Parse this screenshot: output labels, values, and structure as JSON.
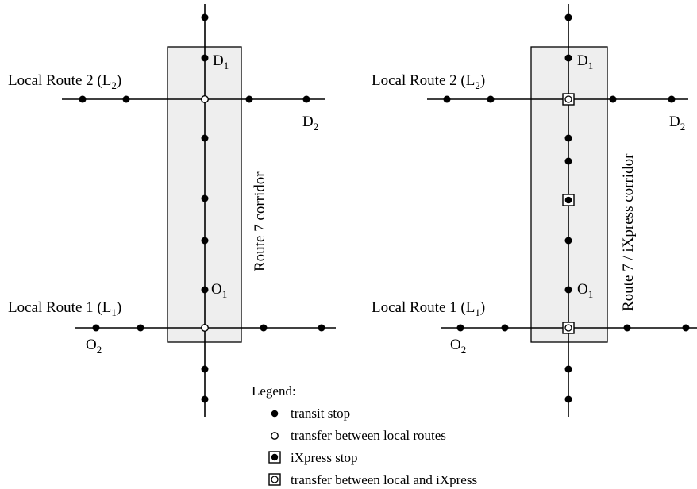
{
  "panels": [
    {
      "corridor_label": "Route 7 corridor",
      "route2_label": "Local Route 2 (L",
      "route2_sub": "2",
      "route1_label": "Local Route 1 (L",
      "route1_sub": "1",
      "paren": ")",
      "d1": "D",
      "d1_sub": "1",
      "d2": "D",
      "d2_sub": "2",
      "o1": "O",
      "o1_sub": "1",
      "o2": "O",
      "o2_sub": "2"
    },
    {
      "corridor_label": "Route 7 / iXpress corridor",
      "route2_label": "Local Route 2 (L",
      "route2_sub": "2",
      "route1_label": "Local Route 1 (L",
      "route1_sub": "1",
      "paren": ")",
      "d1": "D",
      "d1_sub": "1",
      "d2": "D",
      "d2_sub": "2",
      "o1": "O",
      "o1_sub": "1",
      "o2": "O",
      "o2_sub": "2"
    }
  ],
  "legend": {
    "title": "Legend:",
    "items": [
      {
        "symbol": "transit-stop",
        "label": "transit stop"
      },
      {
        "symbol": "local-transfer",
        "label": "transfer between local routes"
      },
      {
        "symbol": "ixpress-stop",
        "label": "iXpress stop"
      },
      {
        "symbol": "local-ixpress-transfer",
        "label": "transfer between local and iXpress"
      }
    ]
  },
  "colors": {
    "line": "#000000",
    "corridor_fill": "#eeeeee",
    "background": "#ffffff"
  }
}
